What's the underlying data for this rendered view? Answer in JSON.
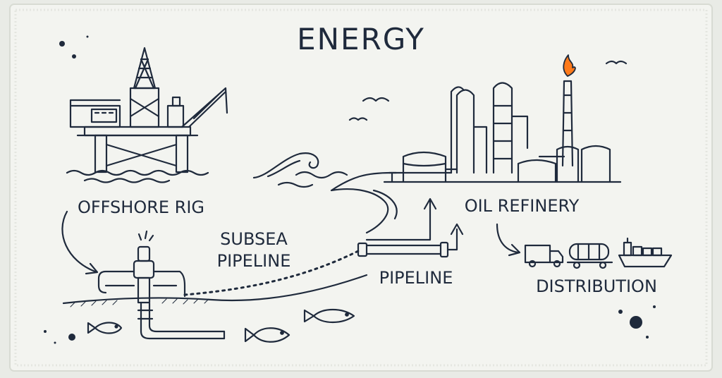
{
  "title": "ENERGY",
  "labels": {
    "offshore_rig": "OFFSHORE RIG",
    "subsea_pipeline_line1": "SUBSEA",
    "subsea_pipeline_line2": "PIPELINE",
    "pipeline": "PIPELINE",
    "oil_refinery": "OIL REFINERY",
    "distribution": "DISTRIBUTION"
  },
  "colors": {
    "ink": "#1f2a3c",
    "paper": "#f3f4f0",
    "flame": "#ff7a1a"
  },
  "icons": [
    "oil-rig-icon",
    "wave-icon",
    "refinery-icon",
    "flame-icon",
    "wellhead-icon",
    "truck-icon",
    "tanker-truck-icon",
    "cargo-ship-icon",
    "fish-icon",
    "bird-icon"
  ]
}
